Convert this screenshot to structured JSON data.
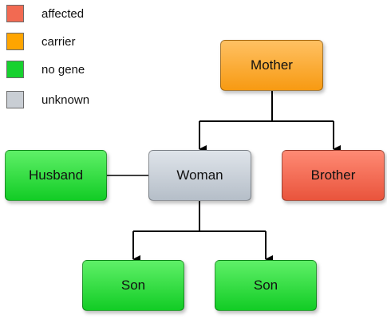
{
  "legend": {
    "items": [
      {
        "label": "affected",
        "color": "#f26a52"
      },
      {
        "label": "carrier",
        "color": "#ffa500"
      },
      {
        "label": "no gene",
        "color": "#17d12f"
      },
      {
        "label": "unknown",
        "color": "#c9ced4"
      }
    ]
  },
  "nodes": {
    "mother": {
      "label": "Mother",
      "status": "carrier",
      "color_top": "#ffc163",
      "color_bottom": "#f79a12"
    },
    "husband": {
      "label": "Husband",
      "status": "no gene",
      "color_top": "#5ff068",
      "color_bottom": "#12cc25"
    },
    "woman": {
      "label": "Woman",
      "status": "unknown",
      "color_top": "#dfe4ea",
      "color_bottom": "#b5bec8"
    },
    "brother": {
      "label": "Brother",
      "status": "affected",
      "color_top": "#ff8a74",
      "color_bottom": "#e9543c"
    },
    "son1": {
      "label": "Son",
      "status": "no gene",
      "color_top": "#5ff068",
      "color_bottom": "#12cc25"
    },
    "son2": {
      "label": "Son",
      "status": "no gene",
      "color_top": "#5ff068",
      "color_bottom": "#12cc25"
    }
  }
}
